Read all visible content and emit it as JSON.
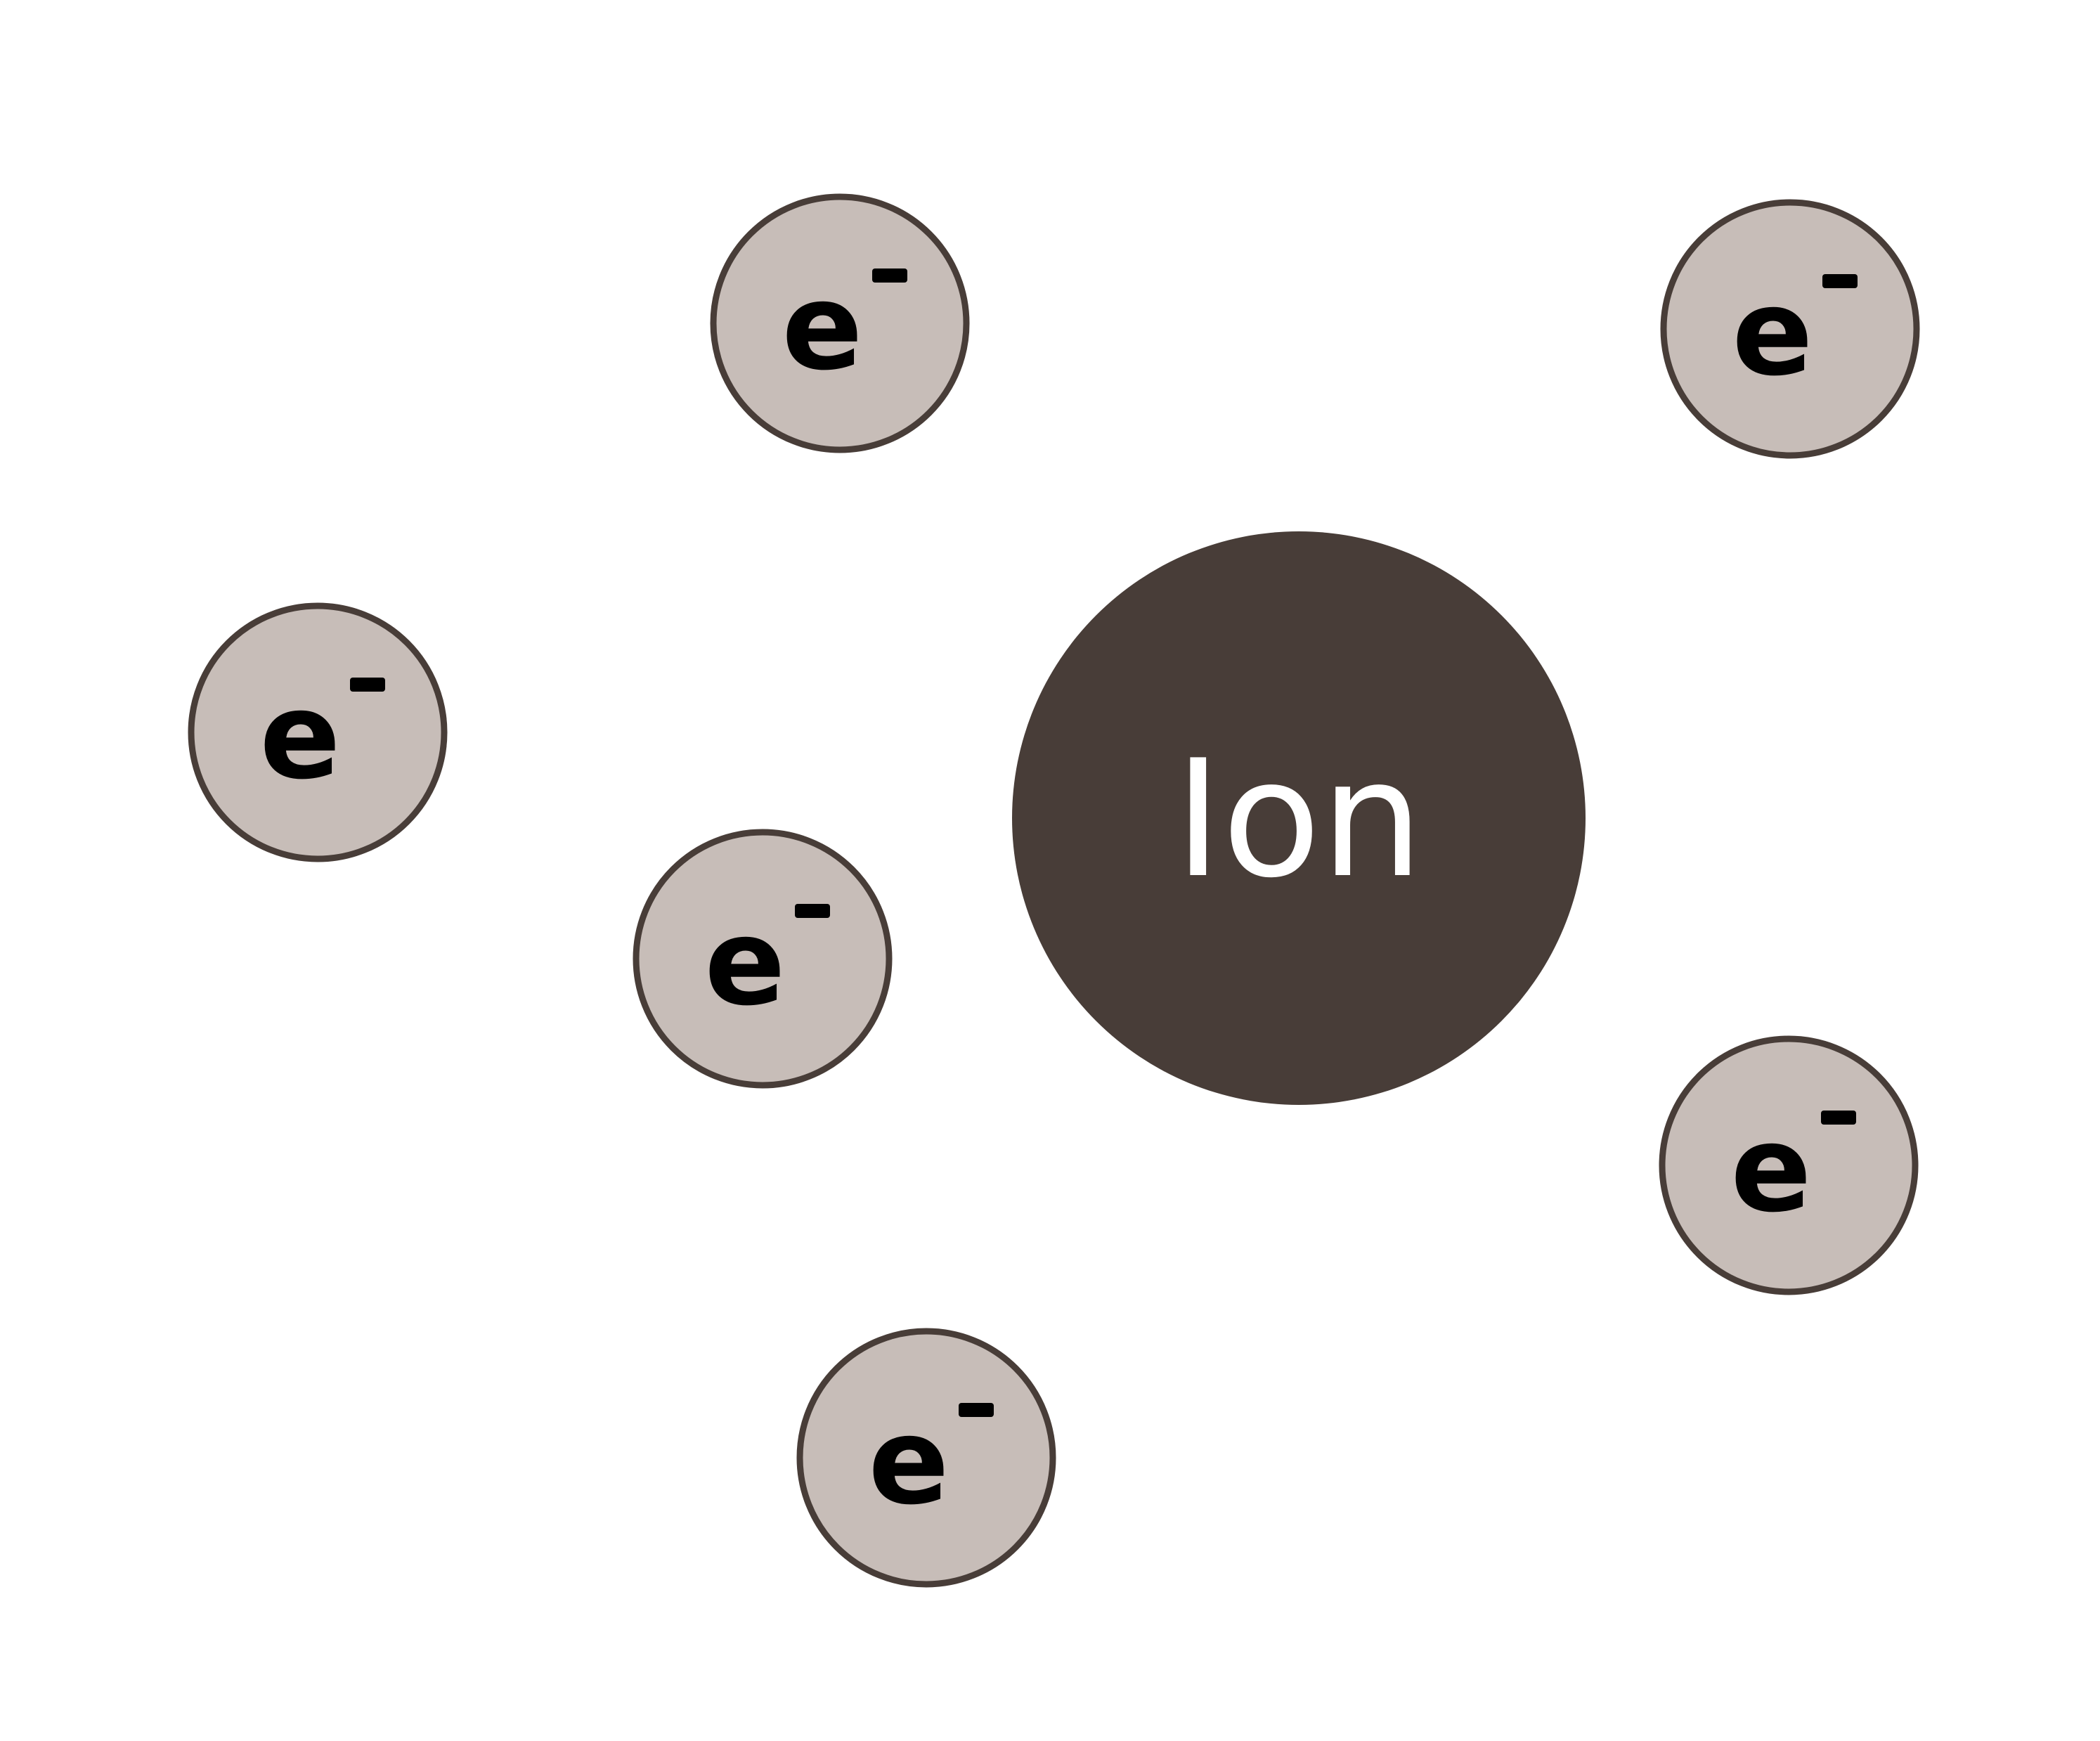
{
  "colors": {
    "background": "#ffffff",
    "ion_fill": "#483d38",
    "ion_text": "#ffffff",
    "electron_fill": "#c7bdb8",
    "electron_stroke": "#483d38",
    "electron_text": "#000000"
  },
  "ion": {
    "label": "Ion"
  },
  "electrons": [
    {
      "symbol": "e",
      "charge": "−"
    },
    {
      "symbol": "e",
      "charge": "−"
    },
    {
      "symbol": "e",
      "charge": "−"
    },
    {
      "symbol": "e",
      "charge": "−"
    },
    {
      "symbol": "e",
      "charge": "−"
    },
    {
      "symbol": "e",
      "charge": "−"
    }
  ]
}
